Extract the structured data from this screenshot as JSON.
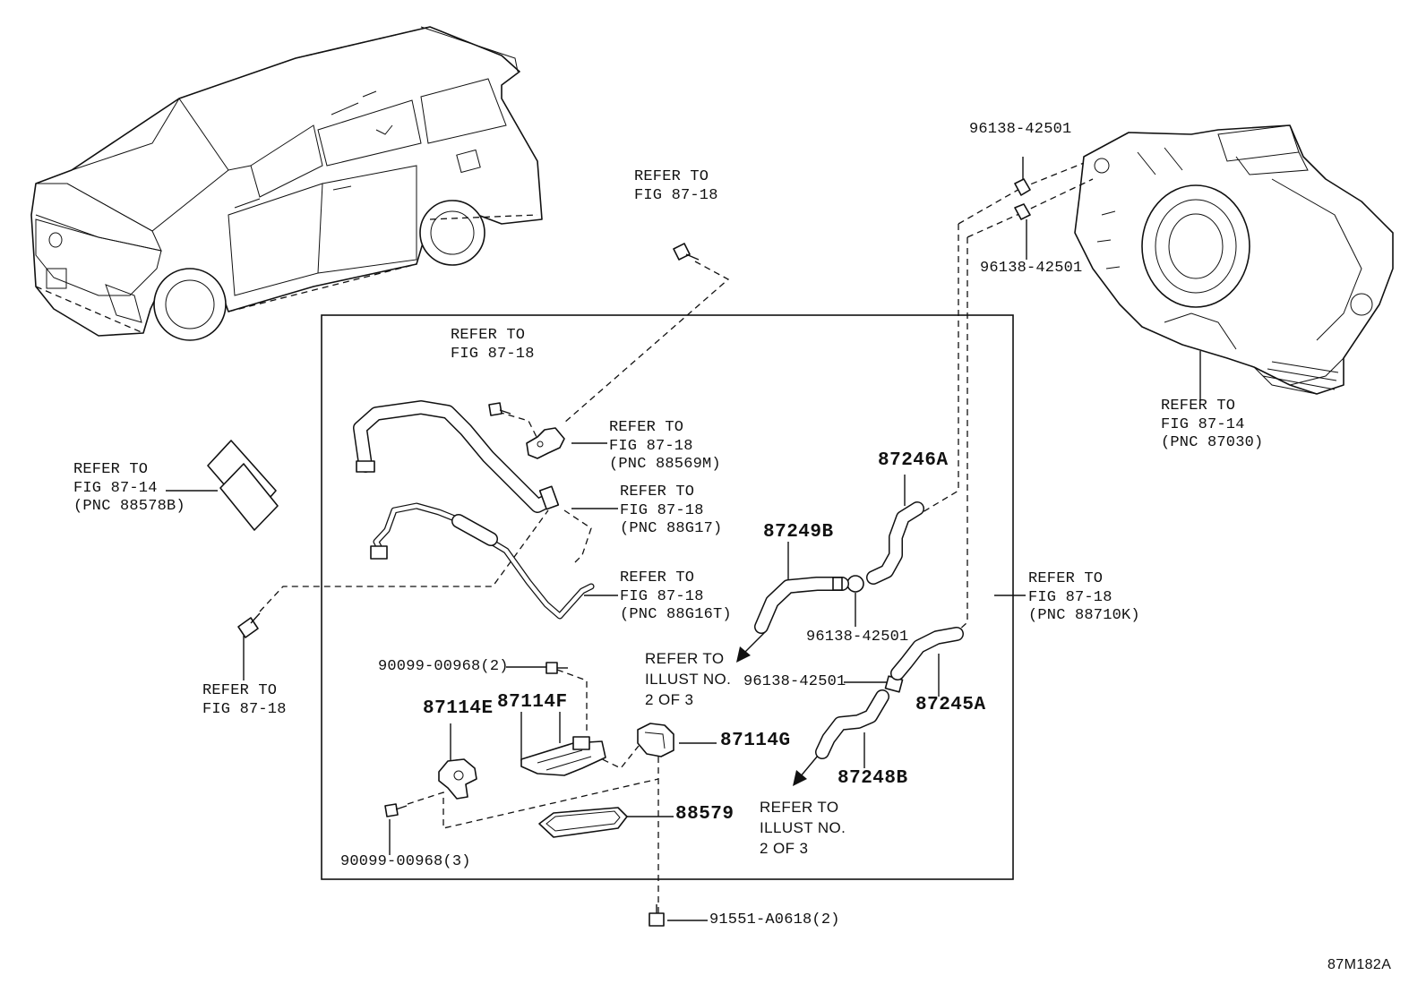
{
  "diagram_id": "87M182A",
  "labels": {
    "refer_top_center": "REFER TO\nFIG 87-18",
    "refer_bolt_upper": "REFER TO\nFIG 87-18",
    "refer_bracket": "REFER TO\nFIG 87-18\n(PNC 88569M)",
    "refer_pipe_88g17": "REFER TO\nFIG 87-18\n(PNC 88G17)",
    "refer_pipe_88g16t": "REFER TO\nFIG 87-18\n(PNC 88G16T)",
    "refer_left_88578b": "REFER TO\nFIG 87-14\n(PNC 88578B)",
    "refer_left_bolt": "REFER TO\nFIG 87-18",
    "refer_right_88710k": "REFER TO\nFIG 87-18\n(PNC 88710K)",
    "refer_trans_87030": "REFER TO\nFIG 87-14\n(PNC 87030)",
    "clip_top_1": "96138-42501",
    "clip_top_2": "96138-42501",
    "clip_mid": "96138-42501",
    "clip_lower": "96138-42501",
    "hose_87246a": "87246A",
    "hose_87249b": "87249B",
    "hose_87245a": "87245A",
    "hose_87248b": "87248B",
    "illust_upper": "REFER TO\nILLUST NO.\n2 OF 3",
    "illust_lower": "REFER TO\nILLUST NO.\n2 OF 3",
    "bolt_90099_2": "90099-00968(2)",
    "bolt_90099_3": "90099-00968(3)",
    "part_87114e": "87114E",
    "part_87114f": "87114F",
    "part_87114g": "87114G",
    "seal_88579": "88579",
    "bolt_91551": "91551-A0618(2)"
  }
}
